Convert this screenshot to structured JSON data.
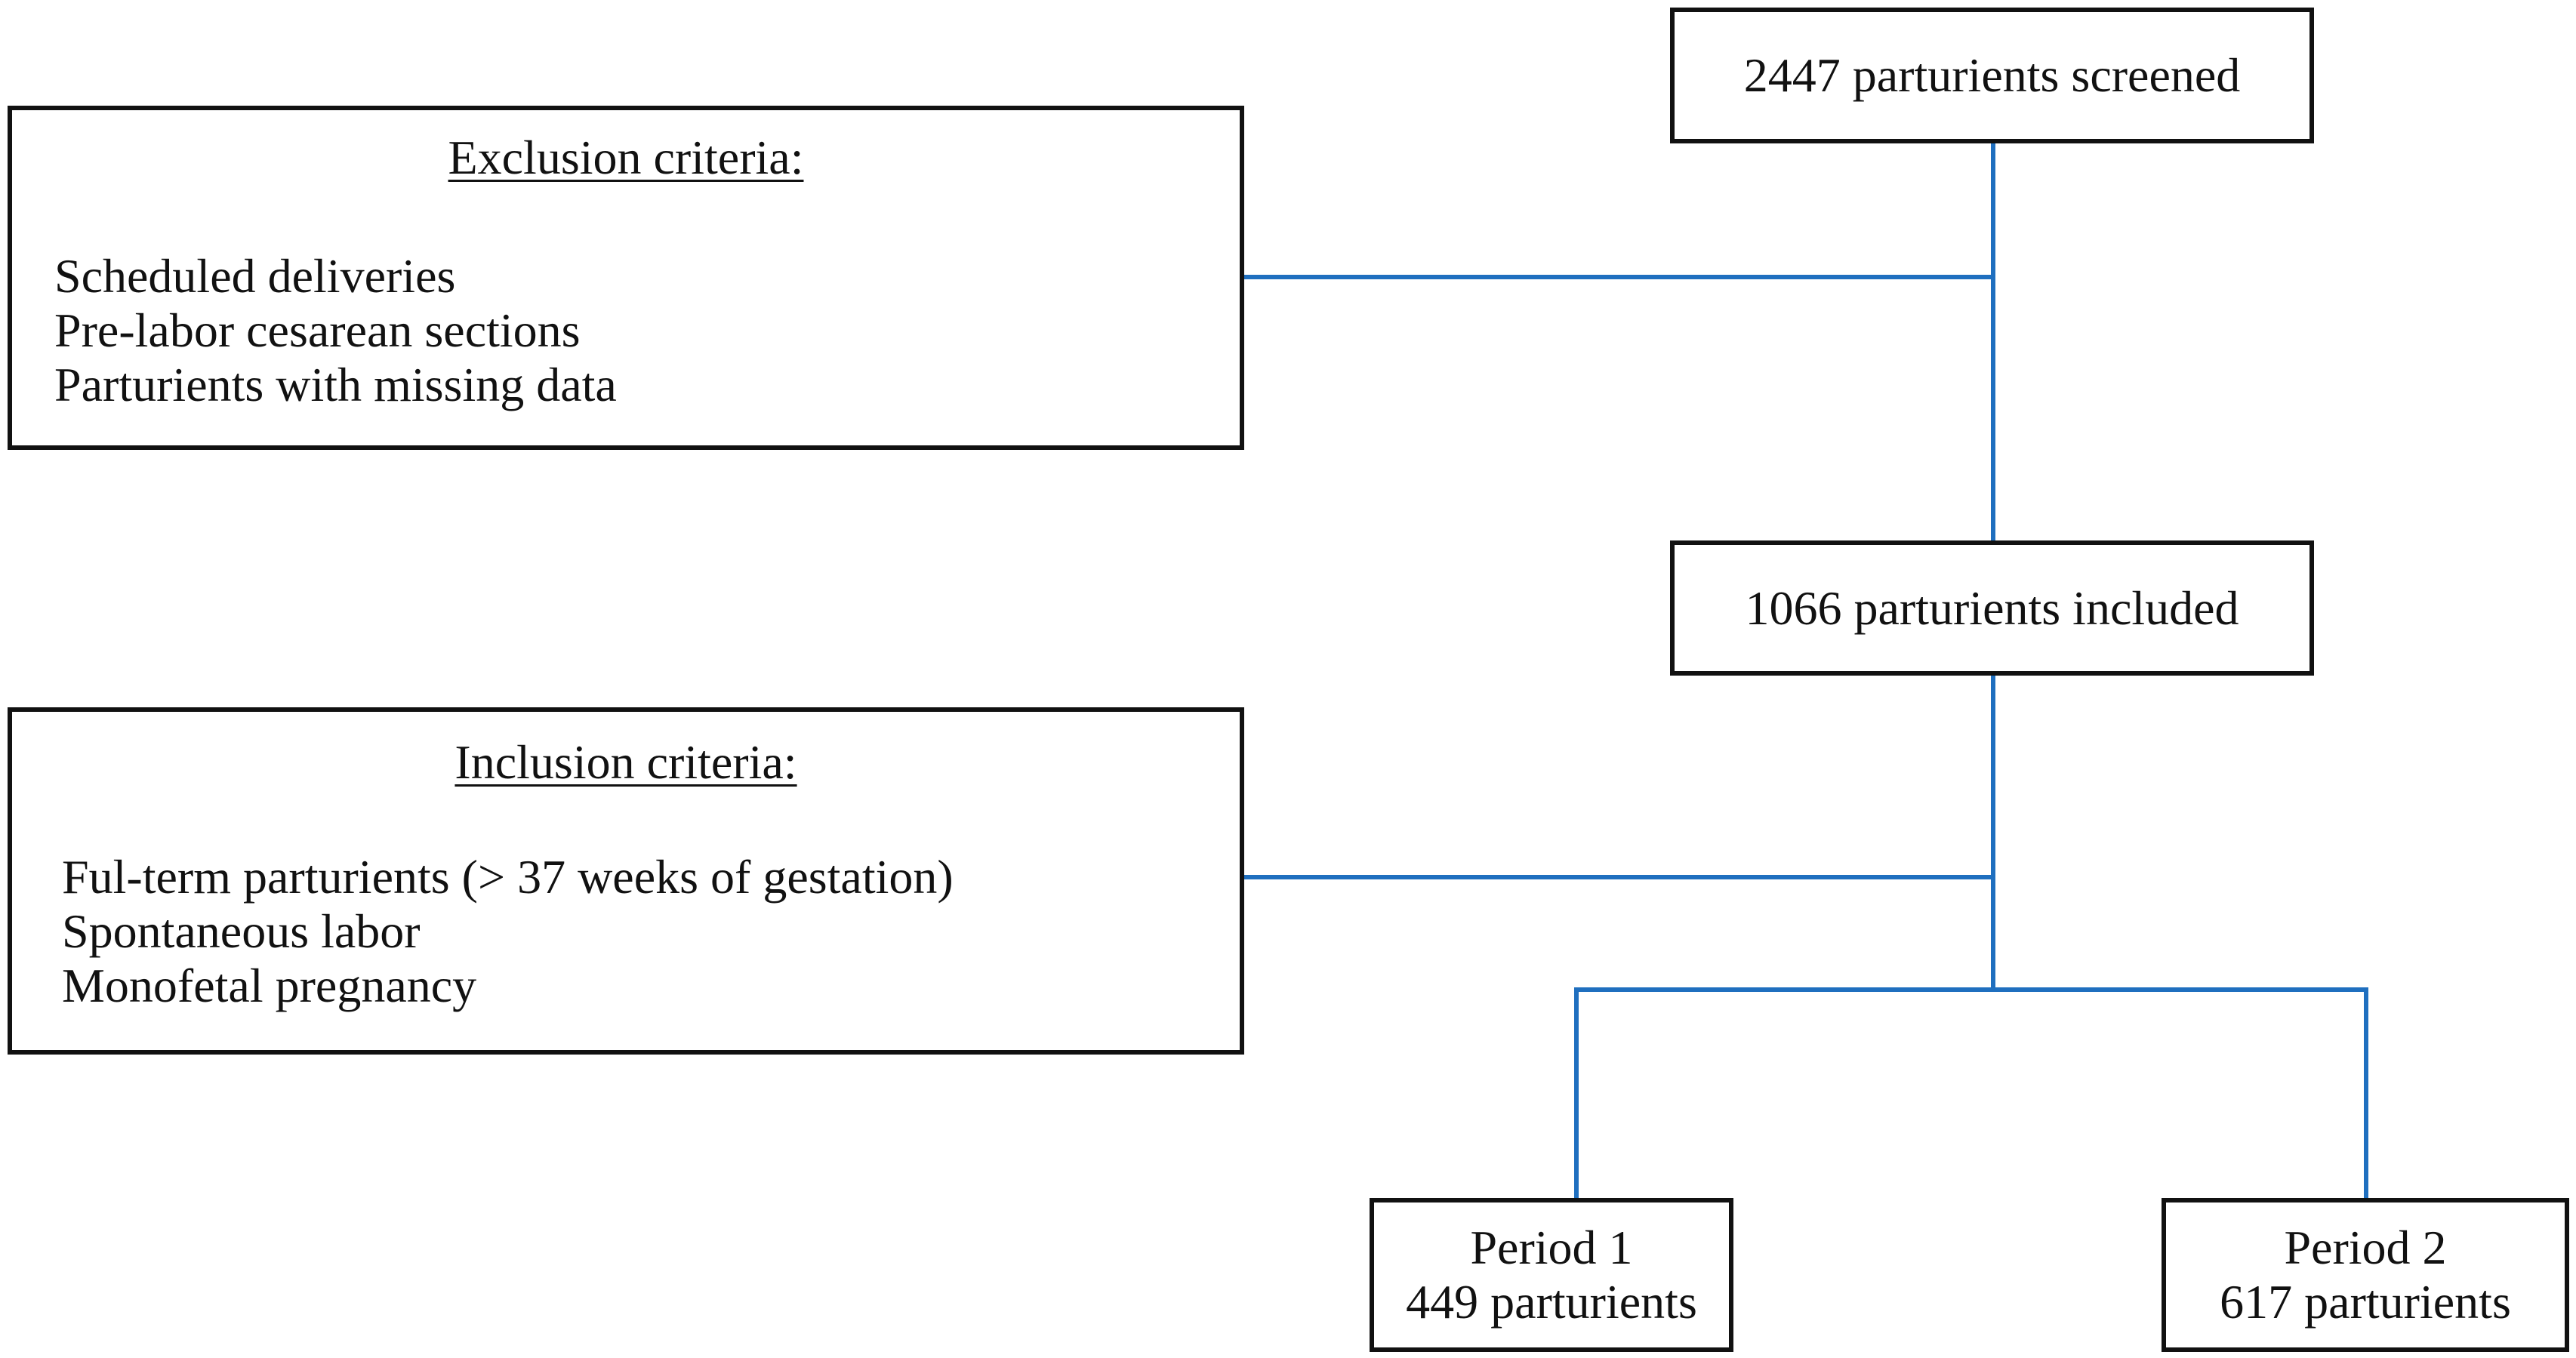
{
  "boxes": {
    "screened": "2447 parturients screened",
    "included": "1066 parturients included",
    "period1": {
      "label": "Period 1",
      "count_text": "449 parturients"
    },
    "period2": {
      "label": "Period 2",
      "count_text": "617 parturients"
    }
  },
  "exclusion": {
    "title": "Exclusion criteria:",
    "items": [
      "Scheduled deliveries",
      "Pre-labor cesarean sections",
      "Parturients with missing data"
    ]
  },
  "inclusion": {
    "title": "Inclusion criteria:",
    "items": [
      "Ful-term parturients (> 37 weeks of gestation)",
      "Spontaneous labor",
      "Monofetal pregnancy"
    ]
  },
  "colors": {
    "connector": "#1f6fbf",
    "border": "#111111"
  }
}
